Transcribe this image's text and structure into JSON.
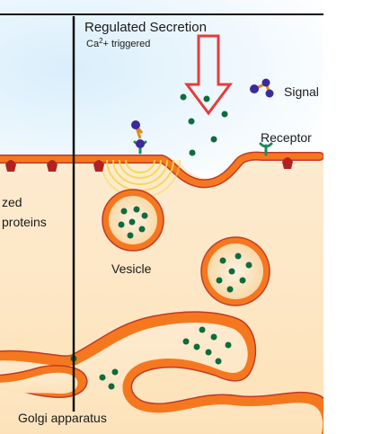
{
  "labels": {
    "title": "Regulated Secretion",
    "subtitle_prefix": "Ca",
    "subtitle_sup": "2",
    "subtitle_suffix": "+ triggered",
    "signal": "Signal",
    "receptor": "Receptor",
    "vesicle": "Vesicle",
    "cut_line1": "zed",
    "cut_line2": "proteins",
    "golgi": "Golgi apparatus"
  },
  "colors": {
    "membrane": "#f5781f",
    "membrane_inner": "#f79a3c",
    "membrane_outline": "#c0392b",
    "cytoplasm": "#fde8c8",
    "cytoplasm_deep": "#fbd9a6",
    "outside": "#cfe8f8",
    "granule": "#0f6b3c",
    "arrow": "#e63c3c",
    "signal_purple": "#3a2a9a",
    "signal_link": "#e08a1f",
    "receptor": "#1f8a5a",
    "channel": "#b22222",
    "wave": "#f2d84a"
  }
}
